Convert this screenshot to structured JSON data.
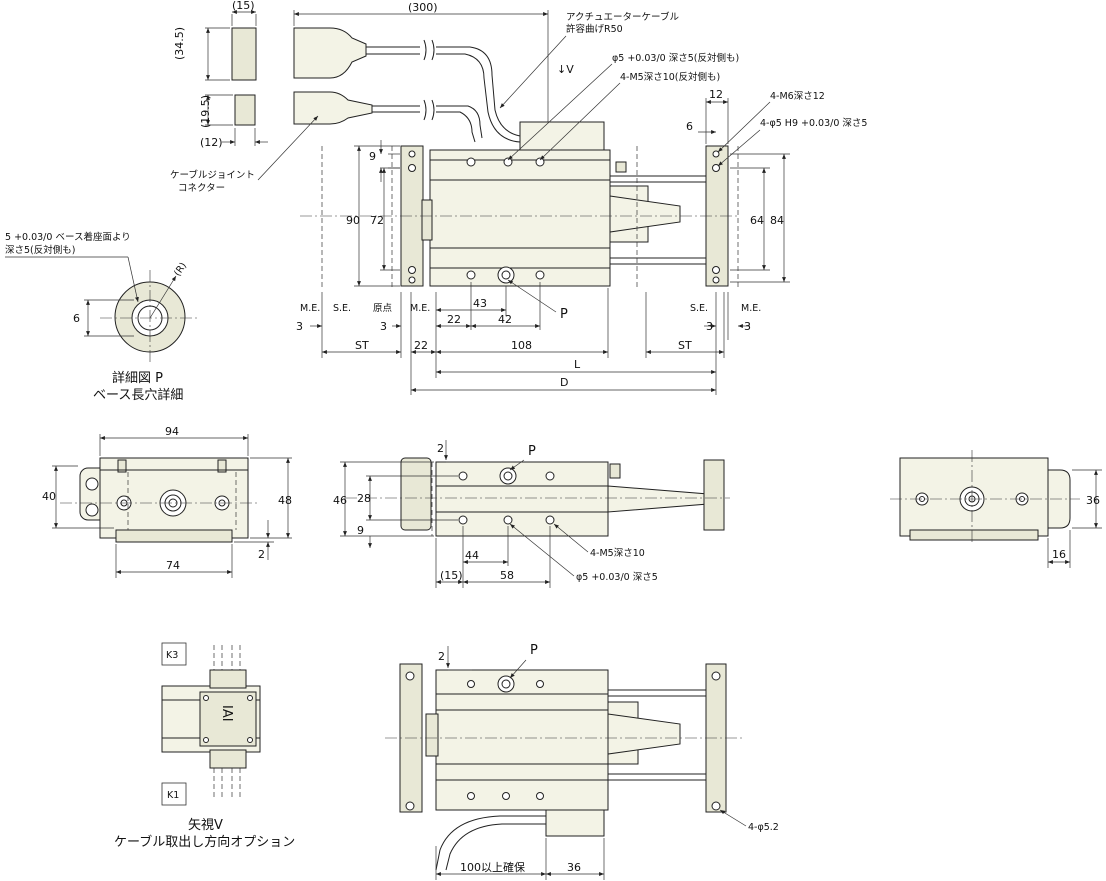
{
  "notes": {
    "actuator_cable": "アクチュエーターケーブル",
    "bend_radius": "許容曲げR50",
    "pin_hole": "φ5 +0.03/0 深さ5(反対側も)",
    "tapped_top": "4-M5深さ10(反対側も)",
    "tapped_end": "4-M6深さ12",
    "pin_end": "4-φ5 H9 +0.03/0 深さ5",
    "cable_joint_1": "ケーブルジョイント",
    "cable_joint_2": "コネクター",
    "detail_note_1": "5 +0.03/0 ベース着座面より",
    "detail_note_2": "深さ5(反対側も)",
    "detail_title_1": "詳細図 P",
    "detail_title_2": "ベース長穴詳細",
    "tapped_side": "4-M5深さ10",
    "pin_side": "φ5 +0.03/0 深さ5",
    "view_title_1": "矢視V",
    "view_title_2": "ケーブル取出し方向オプション",
    "mount_holes": "4-φ5.2",
    "cable_clear": "100以上確保"
  },
  "labels": {
    "v_arrow": "↓V",
    "p": "P",
    "me": "M.E.",
    "se": "S.E.",
    "origin": "原点",
    "st": "ST",
    "l": "L",
    "d": "D",
    "r": "(R)",
    "k1": "K1",
    "k3": "K3",
    "logo": "IAI"
  },
  "dims": {
    "d15": "(15)",
    "d300": "(300)",
    "d34_5": "(34.5)",
    "d19_5": "(19.5)",
    "d12p": "(12)",
    "d12": "12",
    "d6": "6",
    "d9": "9",
    "d90": "90",
    "d72": "72",
    "d64": "64",
    "d84": "84",
    "d3": "3",
    "d22": "22",
    "d43": "43",
    "d42": "42",
    "d108": "108",
    "d94": "94",
    "d40": "40",
    "d48": "48",
    "d2": "2",
    "d74": "74",
    "d46": "46",
    "d28": "28",
    "d44": "44",
    "d58": "58",
    "d36": "36",
    "d16": "16"
  }
}
